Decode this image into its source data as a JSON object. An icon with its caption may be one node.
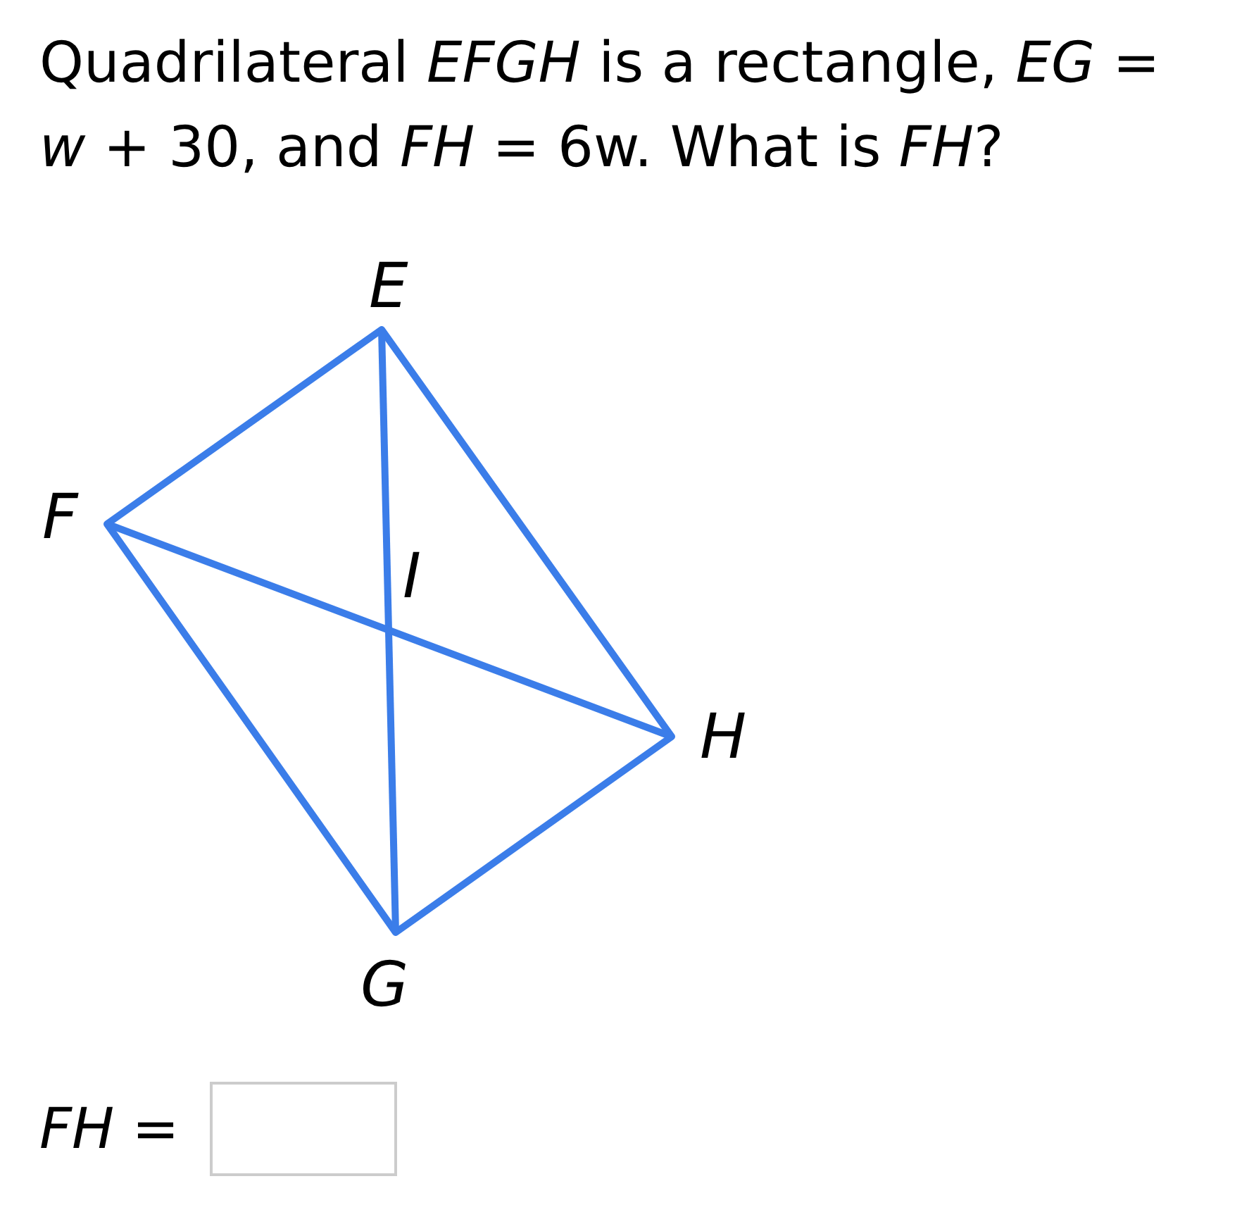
{
  "diagram": {
    "labels": [
      "Quadrilateral *EFGH* is a rectangle, *EG* = *w* + 30, and *FH* = 6w. What is *FH*?",
      "E",
      "F",
      "I",
      "H",
      "G",
      "*FH* ="
    ]
  }
}
